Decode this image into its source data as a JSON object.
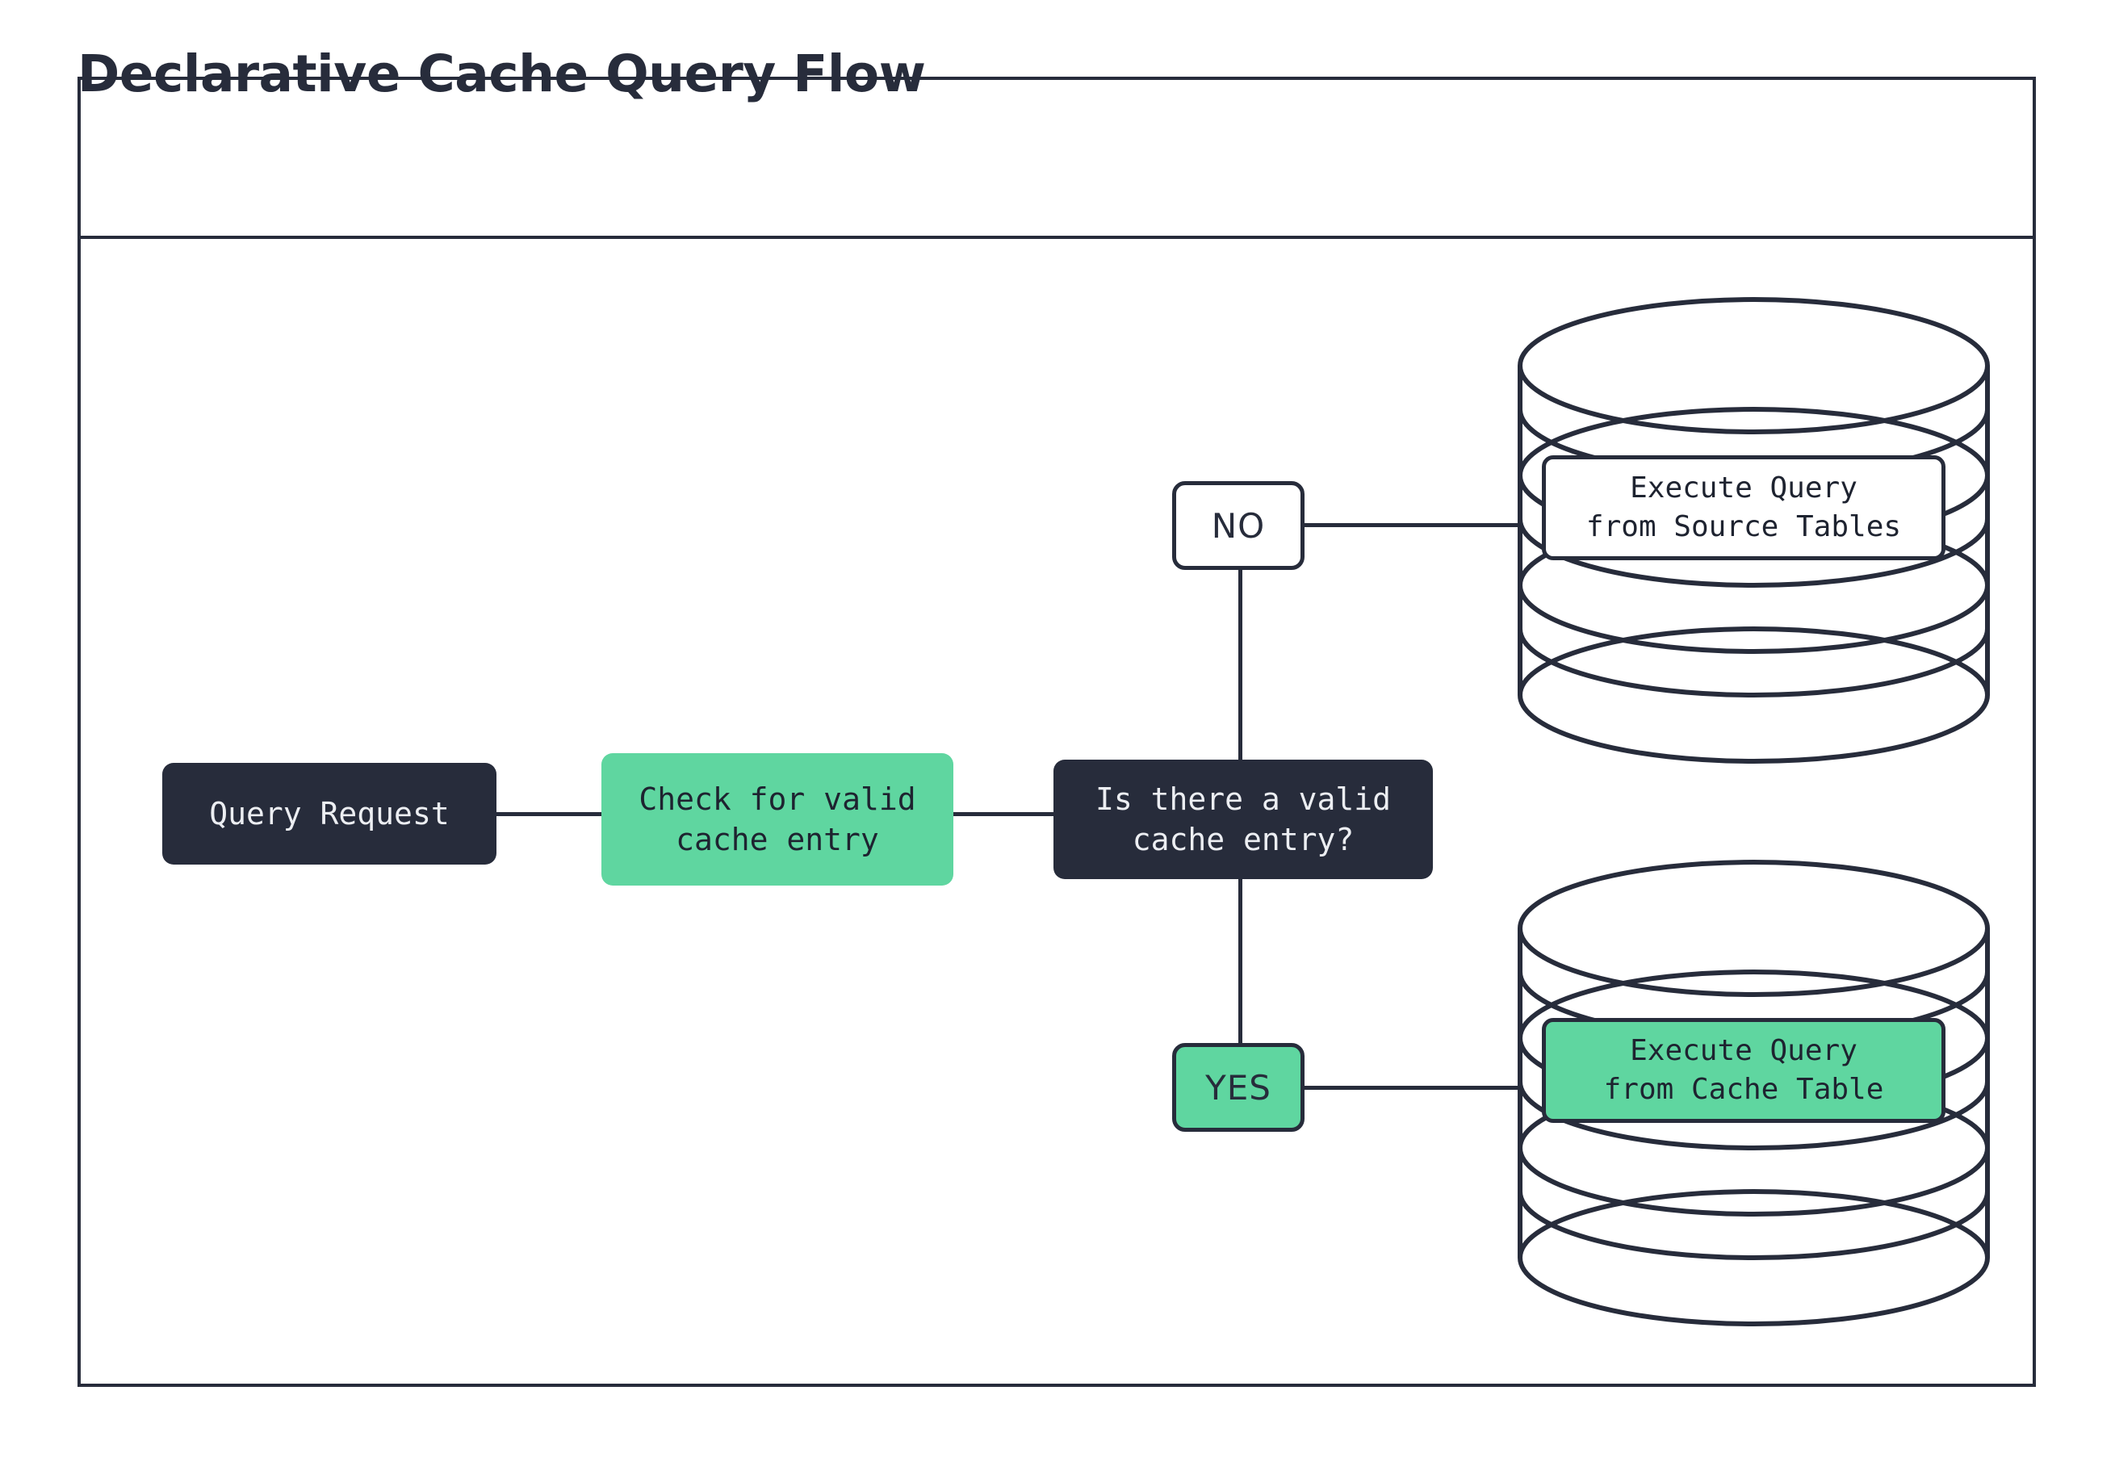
{
  "diagram": {
    "title": "Declarative Cache Query Flow",
    "colors": {
      "ink": "#272c3b",
      "accent_green": "#5fd6a0",
      "dark_fill": "#272c3b",
      "light_text": "#eceef2",
      "background": "#ffffff"
    },
    "nodes": [
      {
        "id": "query-request",
        "label": "Query Request",
        "style": "dark",
        "shape": "rounded-rect"
      },
      {
        "id": "check-cache",
        "label": "Check for valid\ncache entry",
        "style": "green",
        "shape": "rounded-rect"
      },
      {
        "id": "decision-valid-cache",
        "label": "Is there a valid\ncache entry?",
        "style": "dark",
        "shape": "rounded-rect"
      },
      {
        "id": "source-tables-db",
        "label": "Execute Query\nfrom Source Tables",
        "style": "white",
        "shape": "database-cylinder"
      },
      {
        "id": "cache-table-db",
        "label": "Execute Query\nfrom Cache Table",
        "style": "green",
        "shape": "database-cylinder"
      }
    ],
    "edge_labels": [
      {
        "id": "branch-no",
        "label": "NO",
        "style": "white"
      },
      {
        "id": "branch-yes",
        "label": "YES",
        "style": "green"
      }
    ]
  }
}
